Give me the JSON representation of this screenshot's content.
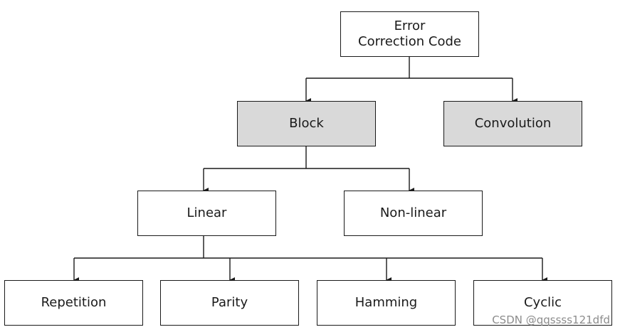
{
  "nodes": {
    "root": {
      "line1": "Error",
      "line2": "Correction Code"
    },
    "block": {
      "label": "Block"
    },
    "convolution": {
      "label": "Convolution"
    },
    "linear": {
      "label": "Linear"
    },
    "nonlinear": {
      "label": "Non-linear"
    },
    "repetition": {
      "label": "Repetition"
    },
    "parity": {
      "label": "Parity"
    },
    "hamming": {
      "label": "Hamming"
    },
    "cyclic": {
      "label": "Cyclic"
    }
  },
  "watermark": "CSDN @qqssss121dfd",
  "colors": {
    "line": "#1a1a1a",
    "shaded_fill": "#d9d9d9",
    "watermark": "#8c8c8c"
  }
}
